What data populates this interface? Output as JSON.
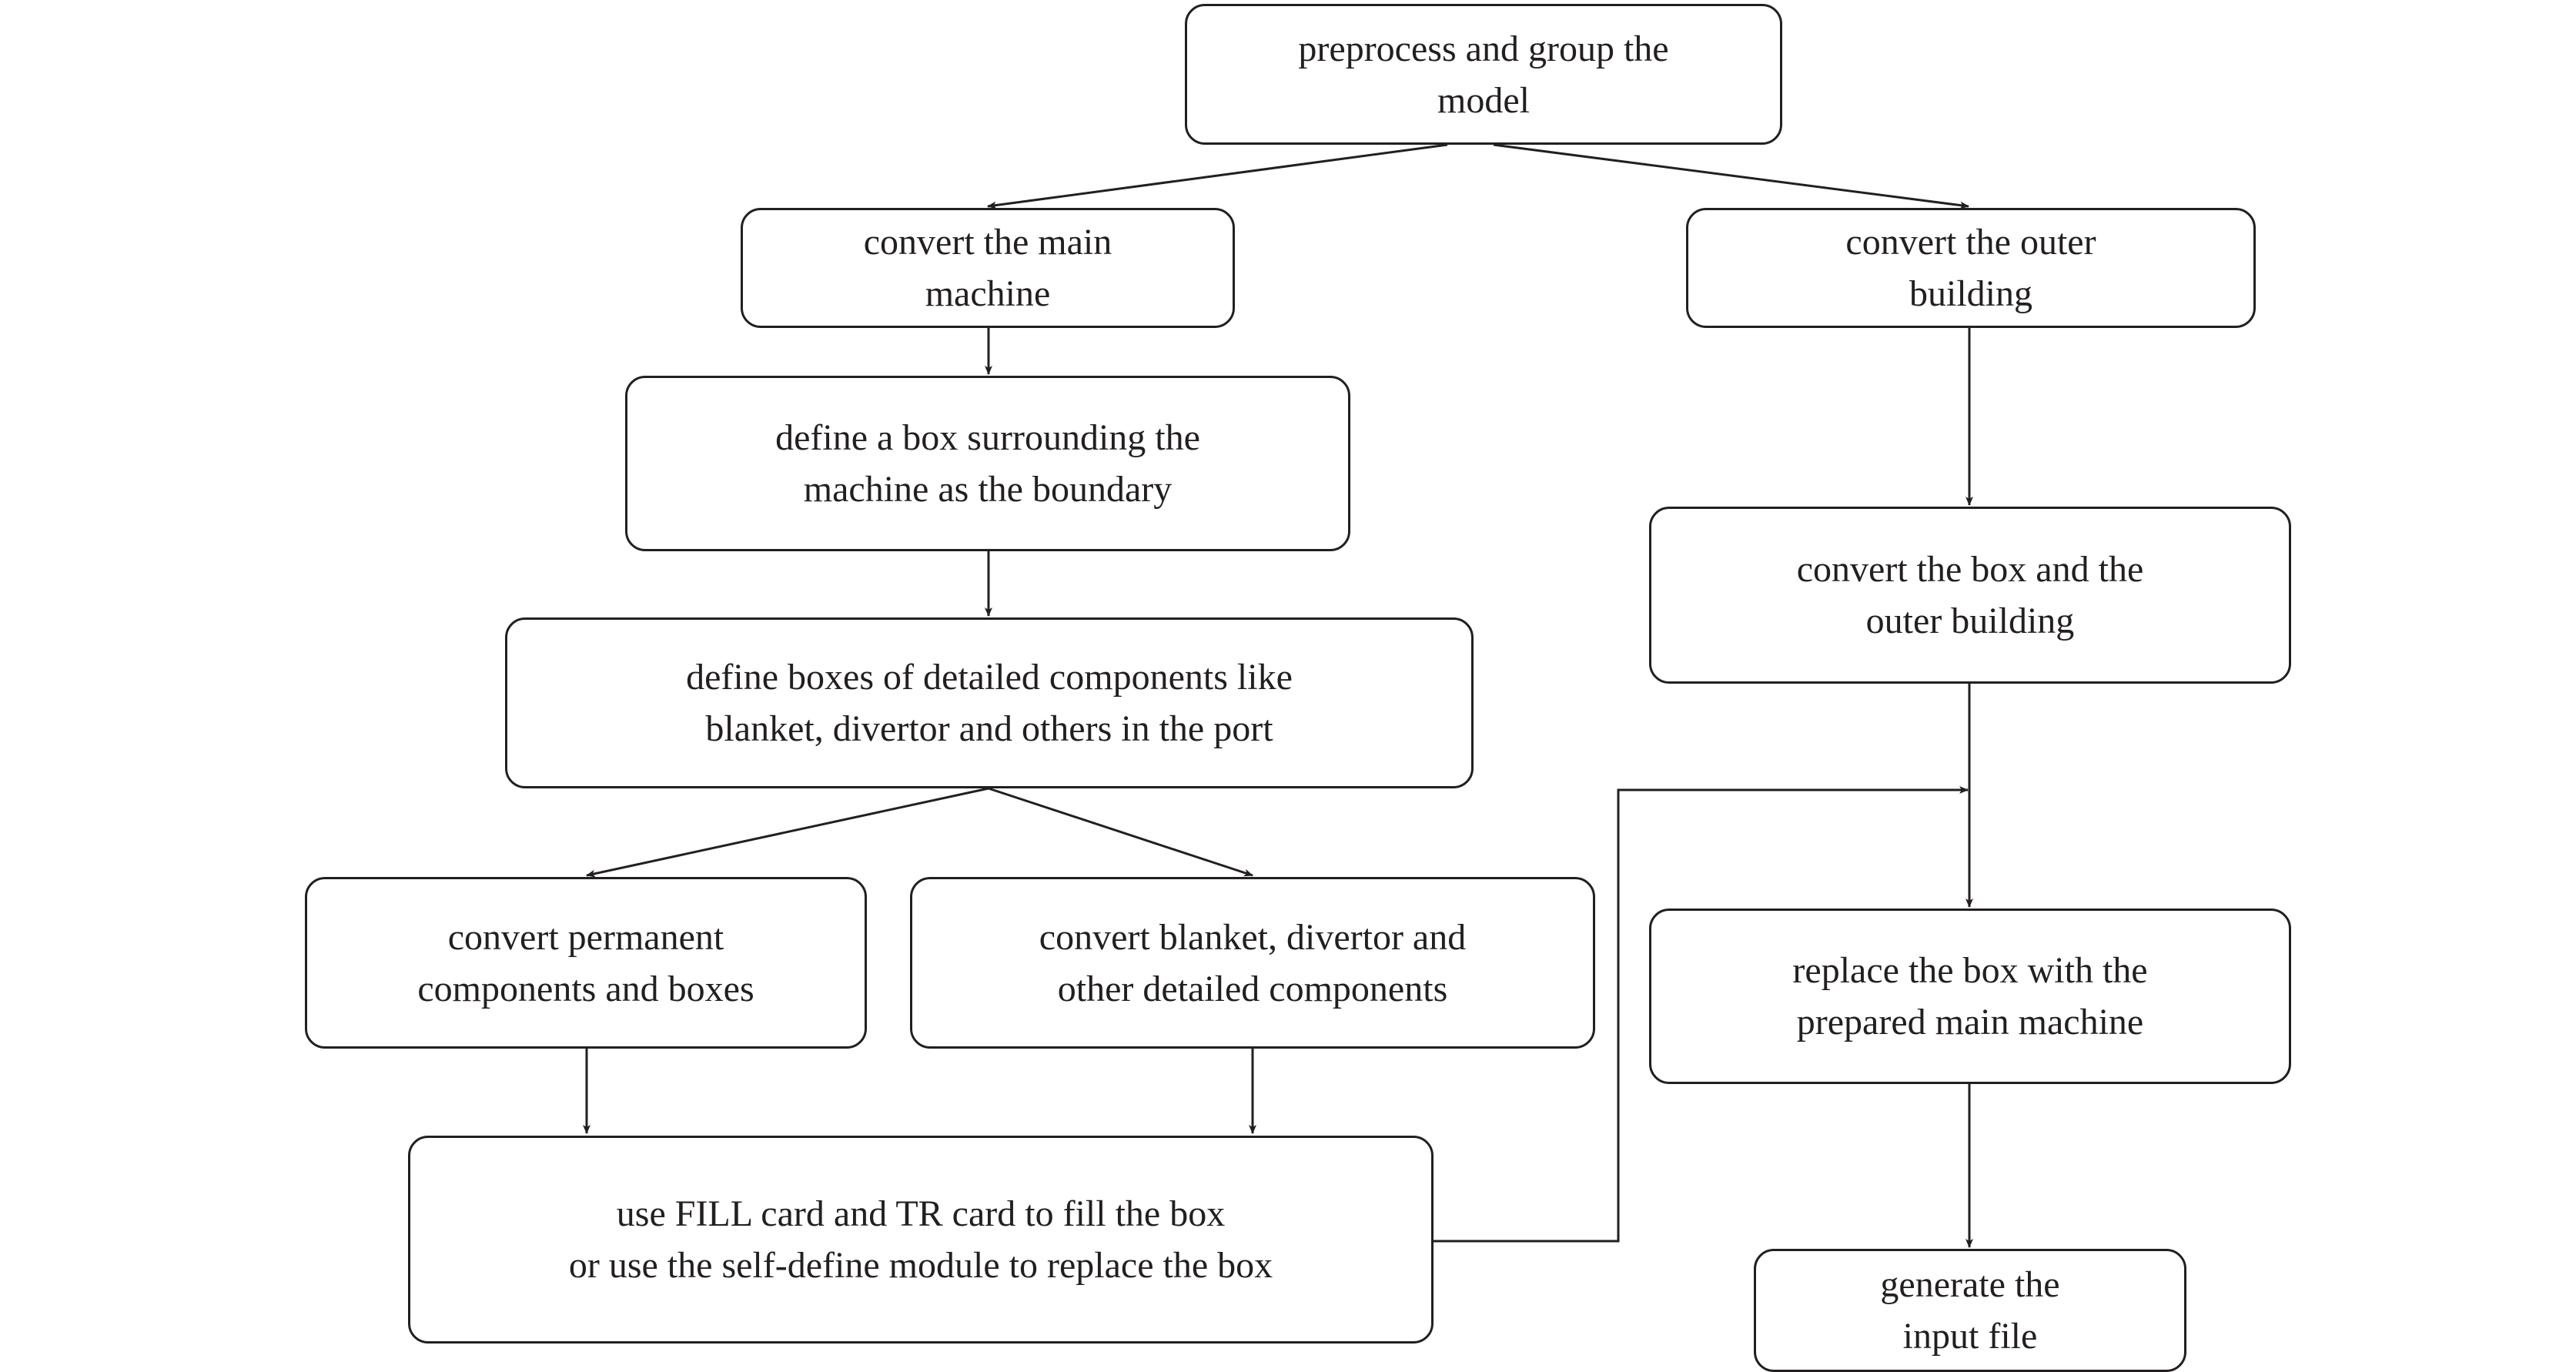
{
  "diagram": {
    "type": "flowchart",
    "line_color": "#231f20",
    "nodes": {
      "preprocess": {
        "lines": [
          "preprocess and group the",
          "model"
        ]
      },
      "main_machine": {
        "lines": [
          "convert the main",
          "machine"
        ]
      },
      "outer_building": {
        "lines": [
          "convert the outer",
          "building"
        ]
      },
      "define_box": {
        "lines": [
          "define a box surrounding the",
          "machine as the boundary"
        ]
      },
      "define_boxes": {
        "lines": [
          "define boxes of detailed components like",
          "blanket, divertor and others in the port"
        ]
      },
      "box_outer": {
        "lines": [
          "convert the box and the",
          "outer building"
        ]
      },
      "permanent": {
        "lines": [
          "convert permanent",
          "components and boxes"
        ]
      },
      "blanket": {
        "lines": [
          "convert blanket, divertor and",
          "other detailed components"
        ]
      },
      "replace": {
        "lines": [
          "replace the box with the",
          "prepared main machine"
        ]
      },
      "fill": {
        "lines": [
          "use FILL card and TR card to fill the box",
          "or use the self-define module to replace the box"
        ]
      },
      "generate": {
        "lines": [
          "generate the",
          "input file"
        ]
      }
    },
    "edges": [
      {
        "from": "preprocess",
        "to": "main_machine"
      },
      {
        "from": "preprocess",
        "to": "outer_building"
      },
      {
        "from": "main_machine",
        "to": "define_box"
      },
      {
        "from": "define_box",
        "to": "define_boxes"
      },
      {
        "from": "define_boxes",
        "to": "permanent"
      },
      {
        "from": "define_boxes",
        "to": "blanket"
      },
      {
        "from": "permanent",
        "to": "fill"
      },
      {
        "from": "blanket",
        "to": "fill"
      },
      {
        "from": "outer_building",
        "to": "box_outer"
      },
      {
        "from": "box_outer",
        "to": "replace"
      },
      {
        "from": "fill",
        "to": "replace"
      },
      {
        "from": "replace",
        "to": "generate"
      }
    ]
  }
}
